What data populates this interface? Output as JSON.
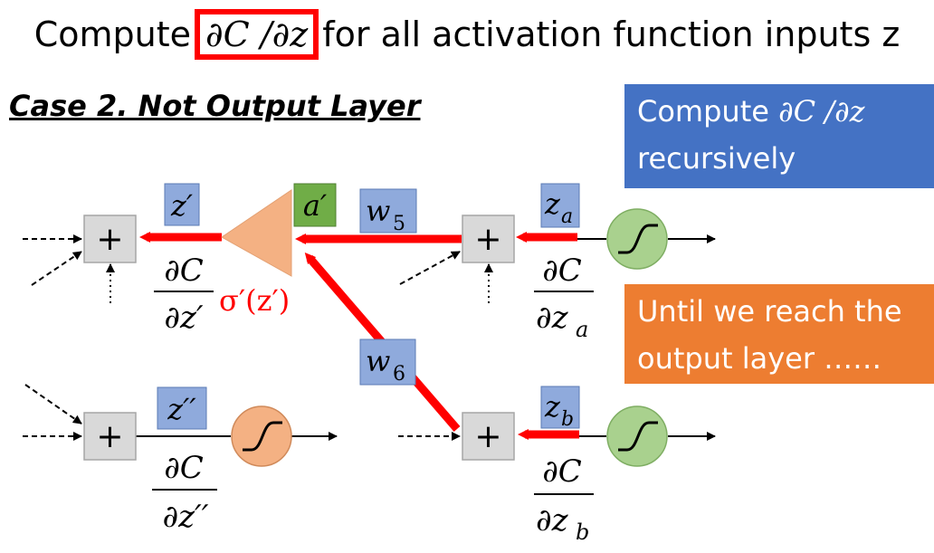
{
  "title": {
    "before": "Compute",
    "highlight": "∂C /∂z",
    "after": "for all activation function inputs z"
  },
  "heading": "Case 2. Not Output Layer",
  "blue_box": {
    "line1_text": "Compute ",
    "line1_math": "∂C /∂z",
    "line2": "recursively"
  },
  "orange_box": {
    "line1": "Until we reach the",
    "line2": "output layer ……"
  },
  "diagram": {
    "plus_symbol": "+",
    "z_prime": "z′",
    "a_prime": "a′",
    "z_double_prime": "z′′",
    "z_a": "z",
    "z_a_sub": "a",
    "z_b": "z",
    "z_b_sub": "b",
    "w5": "w",
    "w5_sub": "5",
    "w6": "w",
    "w6_sub": "6",
    "sigma_prime": "σ′(z′)",
    "dC": "∂C",
    "dz_prime": "∂z′",
    "dz_double_prime": "∂z′′",
    "dz_a": "∂z",
    "dz_a_sub": "a",
    "dz_b": "∂z",
    "dz_b_sub": "b"
  },
  "colors": {
    "red": "#ff0000",
    "blue_box": "#4472c4",
    "orange_box": "#ed7d31",
    "label_box": "#8faadc",
    "a_box": "#70ad47",
    "sum_node": "#d9d9d9",
    "triangle": "#f4b183",
    "sigmoid_orange": "#f4b183",
    "sigmoid_green": "#a9d18e"
  }
}
